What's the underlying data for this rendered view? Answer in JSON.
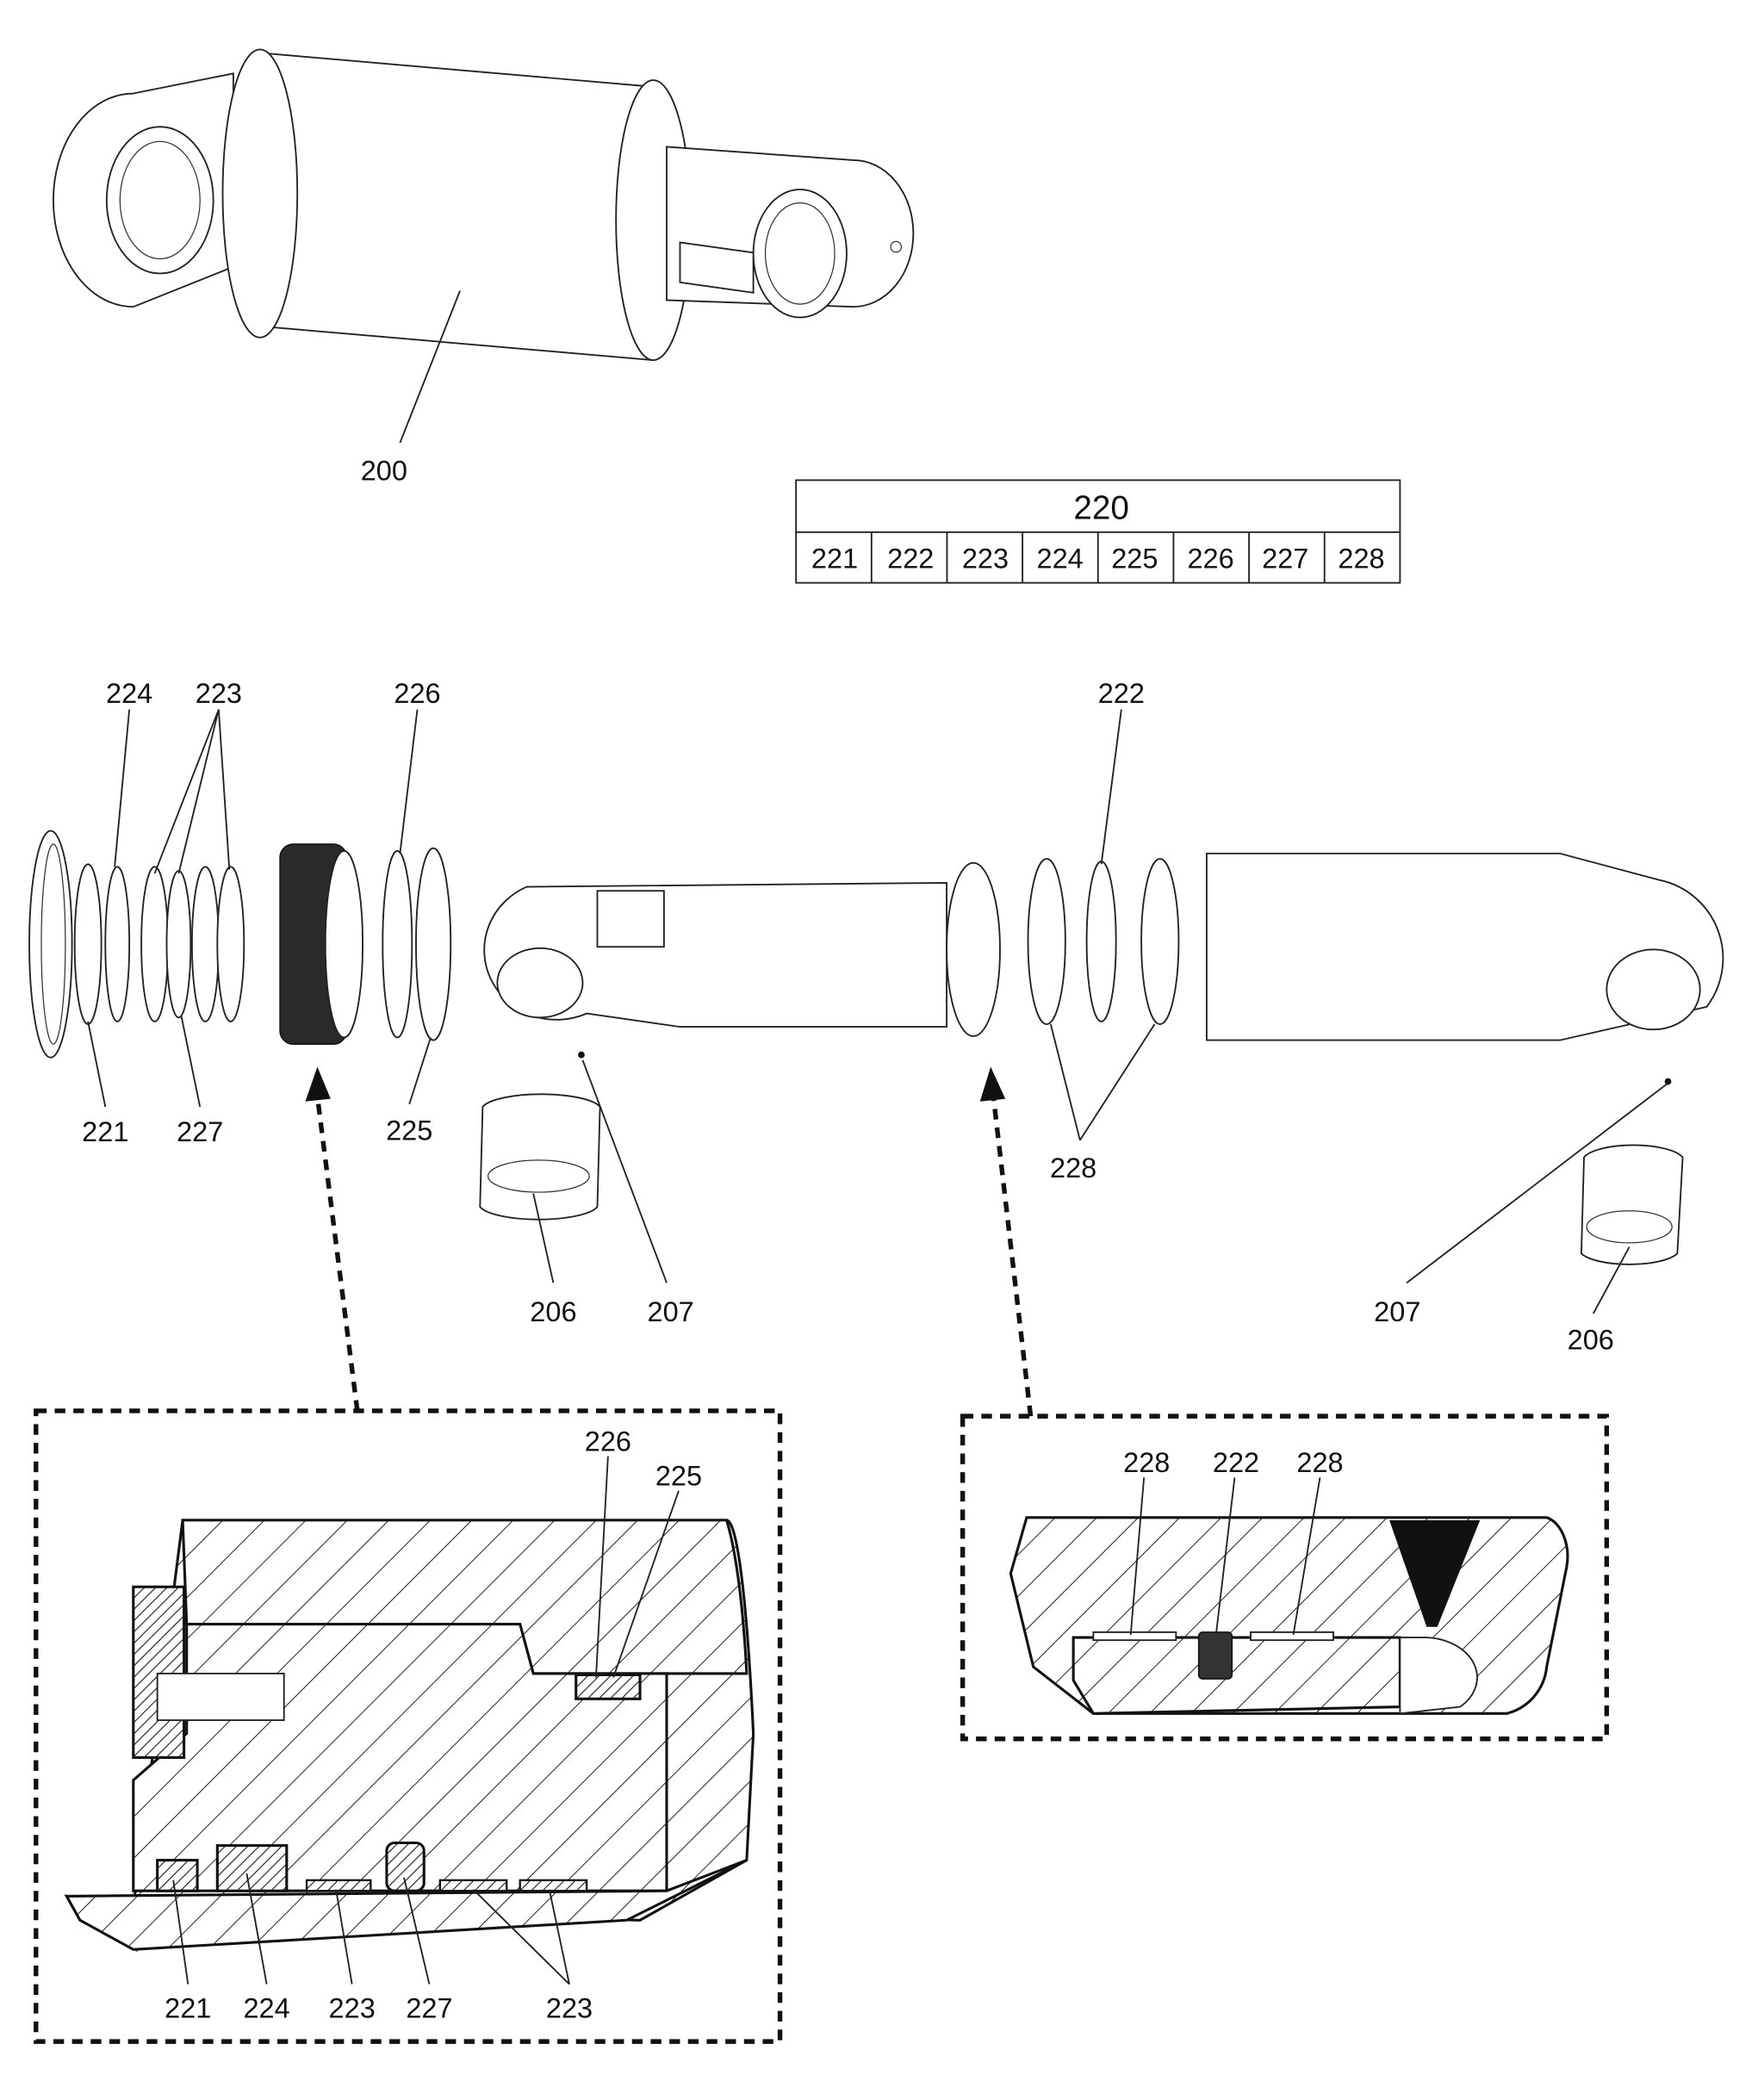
{
  "assembly_view": {
    "part_label": "200"
  },
  "kit_table": {
    "header": "220",
    "cells": [
      "221",
      "222",
      "223",
      "224",
      "225",
      "226",
      "227",
      "228"
    ]
  },
  "exploded_view": {
    "labels": {
      "l224": "224",
      "l223": "223",
      "l226": "226",
      "l222": "222",
      "l221": "221",
      "l227": "227",
      "l225": "225",
      "l228": "228",
      "l206a": "206",
      "l207a": "207",
      "l207b": "207",
      "l206b": "206"
    }
  },
  "detail_left": {
    "labels": {
      "l226": "226",
      "l225": "225",
      "l221": "221",
      "l224": "224",
      "l223a": "223",
      "l227": "227",
      "l223b": "223"
    }
  },
  "detail_right": {
    "labels": {
      "l228a": "228",
      "l222": "222",
      "l228b": "228"
    }
  }
}
